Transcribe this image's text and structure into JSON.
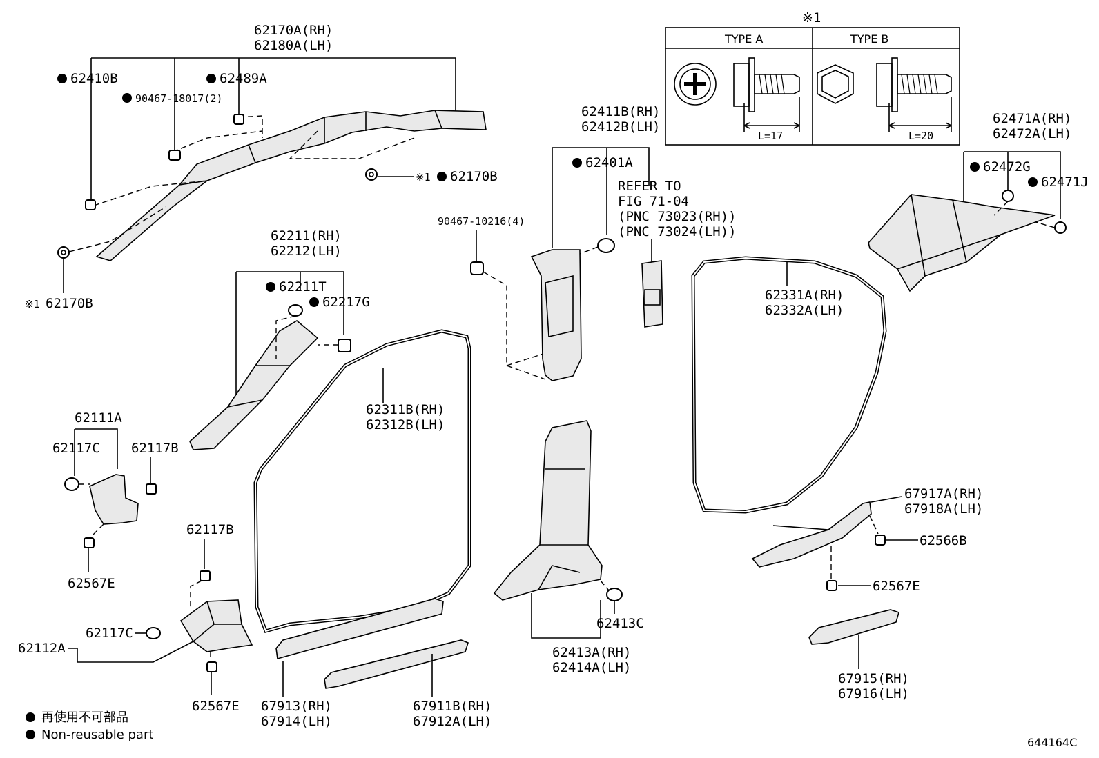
{
  "catalog_number": "644164C",
  "legend": {
    "japanese": "再使用不可部品",
    "english": "Non-reusable part"
  },
  "bolt_types": {
    "header_mark": "※1",
    "type_a": {
      "label": "TYPE A",
      "length": "L=17"
    },
    "type_b": {
      "label": "TYPE B",
      "length": "L=20"
    }
  },
  "refer_note": [
    "REFER TO",
    "FIG 71-04",
    "(PNC 73023(RH))",
    "(PNC 73024(LH))"
  ],
  "parts": {
    "p62170A_rh": "62170A(RH)",
    "p62180A_lh": "62180A(LH)",
    "p62410B": "62410B",
    "p62489A": "62489A",
    "p90467_18017": "90467-18017(2)",
    "p62170B_right": "62170B",
    "p62170B_left": "62170B",
    "mark_1": "※1",
    "p62211_rh": "62211(RH)",
    "p62212_lh": "62212(LH)",
    "p62211T": "62211T",
    "p62217G": "62217G",
    "p62111A": "62111A",
    "p62117C_top": "62117C",
    "p62117B_top": "62117B",
    "p62567E_left": "62567E",
    "p62117B_bottom": "62117B",
    "p62112A": "62112A",
    "p62117C_bottom": "62117C",
    "p62567E_bottom": "62567E",
    "p62311B_rh": "62311B(RH)",
    "p62312B_lh": "62312B(LH)",
    "p67913_rh": "67913(RH)",
    "p67914_lh": "67914(LH)",
    "p67911B_rh": "67911B(RH)",
    "p67912A_lh": "67912A(LH)",
    "p90467_10216": "90467-10216(4)",
    "p62411B_rh": "62411B(RH)",
    "p62412B_lh": "62412B(LH)",
    "p62401A": "62401A",
    "p62413C": "62413C",
    "p62413A_rh": "62413A(RH)",
    "p62414A_lh": "62414A(LH)",
    "p62331A_rh": "62331A(RH)",
    "p62332A_lh": "62332A(LH)",
    "p62471A_rh": "62471A(RH)",
    "p62472A_lh": "62472A(LH)",
    "p62472G": "62472G",
    "p62471J": "62471J",
    "p67917A_rh": "67917A(RH)",
    "p67918A_lh": "67918A(LH)",
    "p62566B": "62566B",
    "p62567E_right": "62567E",
    "p67915_rh": "67915(RH)",
    "p67916_lh": "67916(LH)"
  }
}
